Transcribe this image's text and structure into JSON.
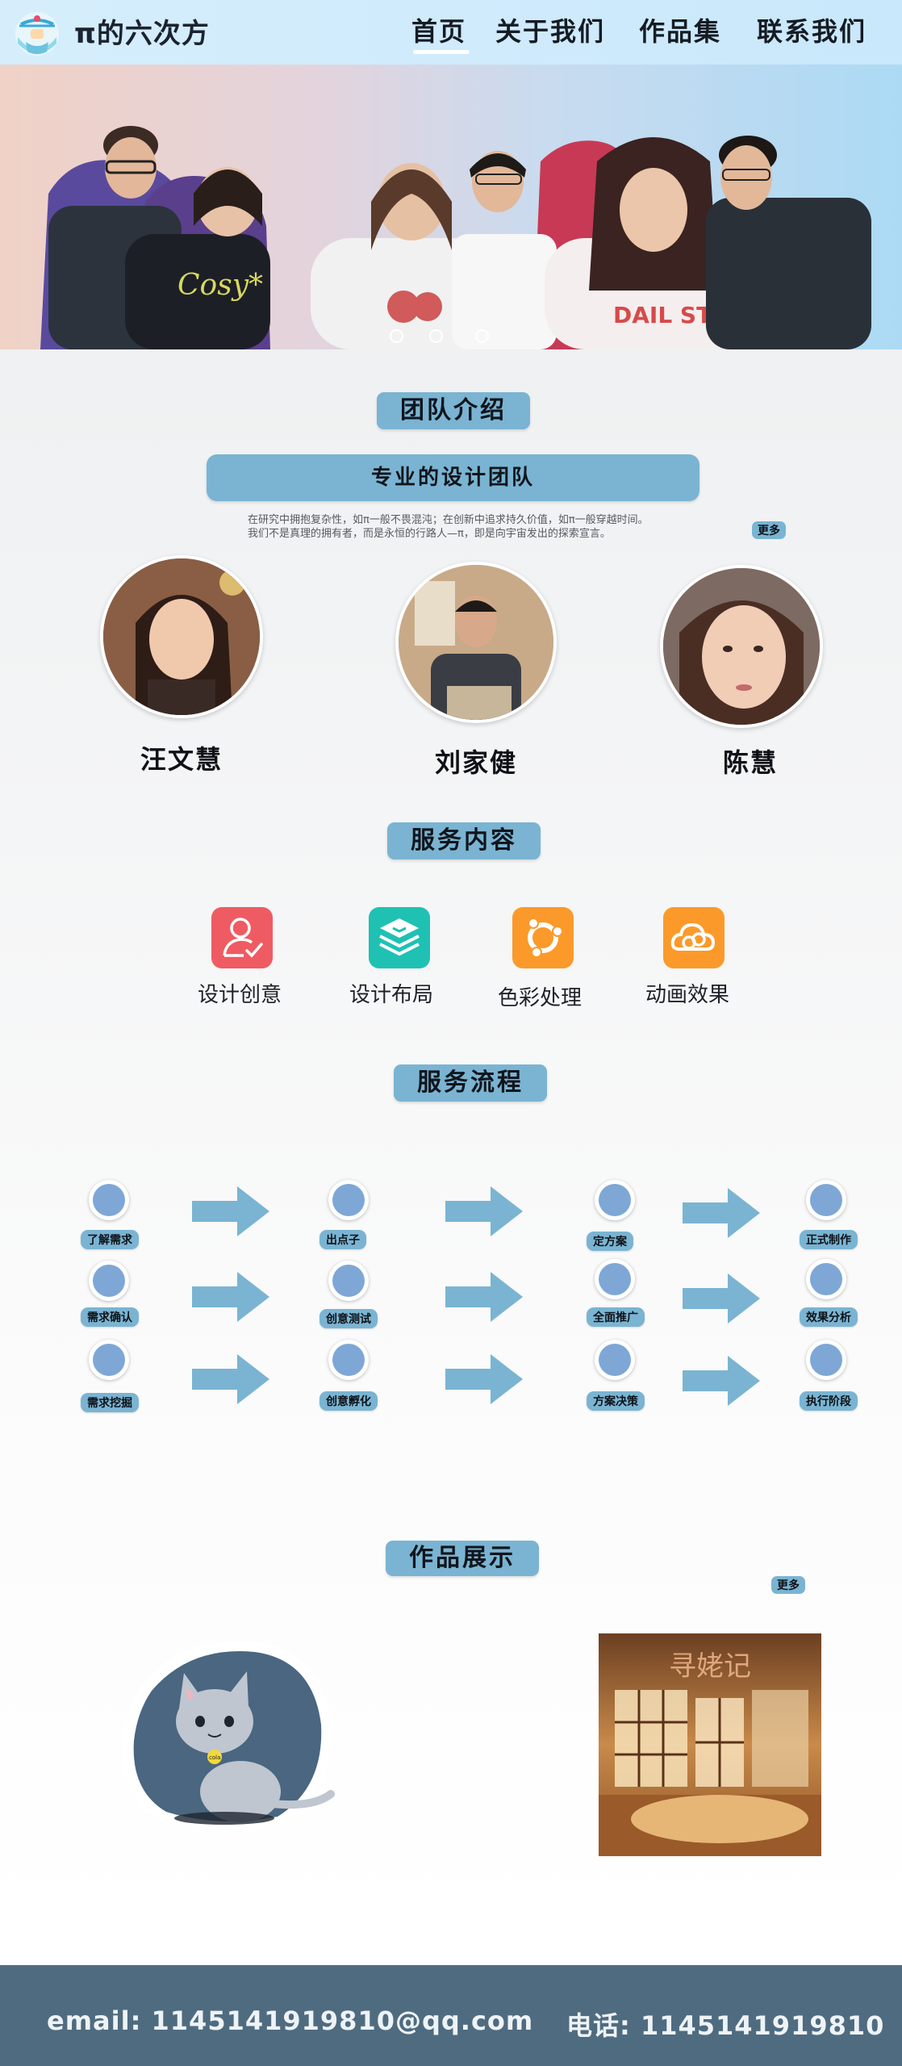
{
  "header": {
    "brand": "π的六次方",
    "nav": [
      "首页",
      "关于我们",
      "作品集",
      "联系我们"
    ],
    "active_nav": "首页",
    "colors": {
      "bar": "#cfeafb",
      "accent": "#7ab4d2"
    }
  },
  "hero": {
    "slide_count": 3,
    "active_slide": 1
  },
  "team": {
    "title": "团队介绍",
    "subtitle": "专业的设计团队",
    "intro_line1": "在研究中拥抱复杂性，如π一般不畏混沌；在创新中追求持久价值，如π一般穿越时间。",
    "intro_line2": "我们不是真理的拥有者，而是永恒的行路人—π，即是向宇宙发出的探索宣言。",
    "more": "更多",
    "members": [
      {
        "name": "汪文慧"
      },
      {
        "name": "刘家健"
      },
      {
        "name": "陈慧"
      }
    ]
  },
  "services": {
    "title": "服务内容",
    "items": [
      {
        "label": "设计创意",
        "icon": "user-check-icon",
        "color": "#ef5b62"
      },
      {
        "label": "设计布局",
        "icon": "layers-icon",
        "color": "#1fc1b3"
      },
      {
        "label": "色彩处理",
        "icon": "ubuntu-ring-icon",
        "color": "#fb9a2a"
      },
      {
        "label": "动画效果",
        "icon": "cloud-link-icon",
        "color": "#fb9a2a"
      }
    ]
  },
  "process": {
    "title": "服务流程",
    "rows": [
      [
        "了解需求",
        "出点子",
        "定方案",
        "正式制作"
      ],
      [
        "需求确认",
        "创意测试",
        "全面推广",
        "效果分析"
      ],
      [
        "需求挖掘",
        "创意孵化",
        "方案决策",
        "执行阶段"
      ]
    ],
    "arrow_color": "#7ab4d2"
  },
  "works": {
    "title": "作品展示",
    "more": "更多",
    "items": [
      {
        "kind": "cat-illustration",
        "badge": "cola"
      },
      {
        "kind": "room-poster",
        "title": "寻姥记"
      }
    ]
  },
  "footer": {
    "email": "email:  1145141919810@qq.com",
    "phone": "电话:  1145141919810",
    "color": "#4f6b80"
  }
}
